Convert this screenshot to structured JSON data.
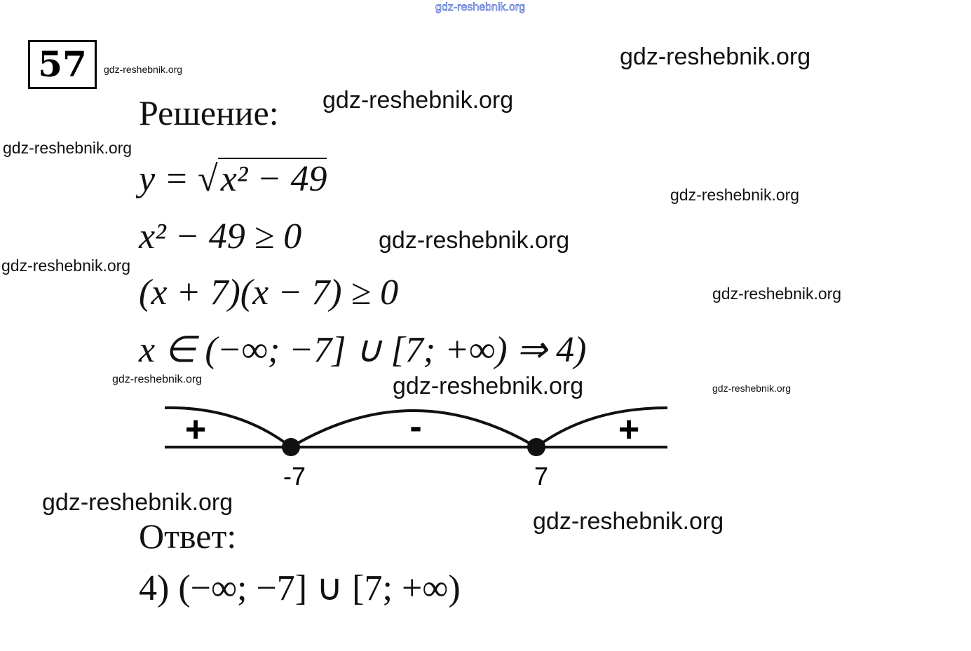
{
  "problem_number": "57",
  "watermark": "gdz-reshebnik.org",
  "solution_heading": "Решение:",
  "lines": {
    "l1_lhs": "y = ",
    "l1_root": "√",
    "l1_rad": "x² − 49",
    "l2": "x² − 49 ≥ 0",
    "l3": "(x + 7)(x − 7) ≥ 0",
    "l4": "x ∈ (−∞; −7] ∪ [7; +∞) ⇒ 4)"
  },
  "number_line": {
    "points": [
      "-7",
      "7"
    ],
    "signs": [
      "+",
      "-",
      "+"
    ]
  },
  "answer_heading": "Ответ:",
  "answer": "4) (−∞; −7] ∪ [7; +∞)"
}
